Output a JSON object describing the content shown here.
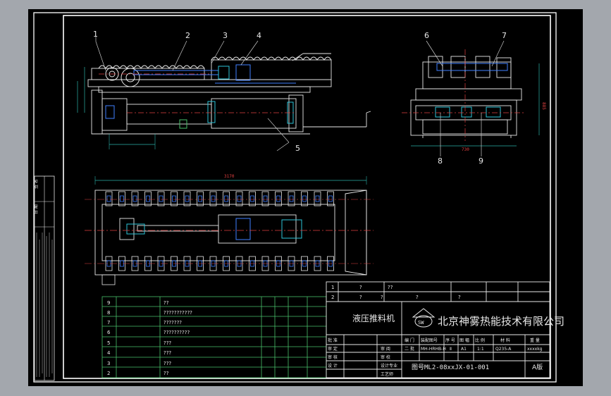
{
  "colors": {
    "background": "#000000",
    "outline": "#e8e8e8",
    "frame": "#ffffff",
    "part_blue": "#3f7fff",
    "part_cyan": "#2cc4d8",
    "center_red": "#e04040",
    "table_green": "#49c06a",
    "dim_teal": "#2bb0a8",
    "leader_grey": "#c8c8c8"
  },
  "callouts": {
    "c1": "1",
    "c2": "2",
    "c3": "3",
    "c4": "4",
    "c5": "5",
    "c6": "6",
    "c7": "7",
    "c8": "8",
    "c9": "9"
  },
  "dims": {
    "overall_length": "3170",
    "end_width": "730",
    "end_height": "885"
  },
  "revision_block": {
    "rows": [
      {
        "no": "1",
        "a": "?",
        "b": "?",
        "c": "?",
        "d": "??"
      },
      {
        "no": "2",
        "a": "?",
        "b": "?",
        "c": "?",
        "d": "?"
      }
    ]
  },
  "parts_list": [
    {
      "no": "9",
      "name": "??"
    },
    {
      "no": "8",
      "name": "???????????"
    },
    {
      "no": "7",
      "name": "???????"
    },
    {
      "no": "6",
      "name": "??????????"
    },
    {
      "no": "5",
      "name": "???"
    },
    {
      "no": "4",
      "name": "???"
    },
    {
      "no": "3",
      "name": "???"
    },
    {
      "no": "2",
      "name": "??"
    }
  ],
  "title_block": {
    "product_name": "液压推料机",
    "company": "北京神雾热能技术有限公司",
    "logo_text": "SW",
    "header_cells": [
      "编 门",
      "装配图号",
      "序 号",
      "图 幅",
      "比 例",
      "材 料",
      "重 量"
    ],
    "values": [
      "二 批",
      "MH-HRHB-H",
      "Ⅱ",
      "A1",
      "1:1",
      "Q235-A",
      "xxxxkg"
    ],
    "role_labels": [
      "批 准",
      "审 定",
      "审 核",
      "设 计"
    ],
    "role_values": [
      "",
      "审 阅",
      "审 校",
      "设计专业",
      "工艺师"
    ],
    "drawing_no": "图号ML2-08xxJX-01-001",
    "sheet_size": "A版"
  },
  "side_stamp": {
    "labels": [
      "签 名",
      "日 期"
    ]
  }
}
